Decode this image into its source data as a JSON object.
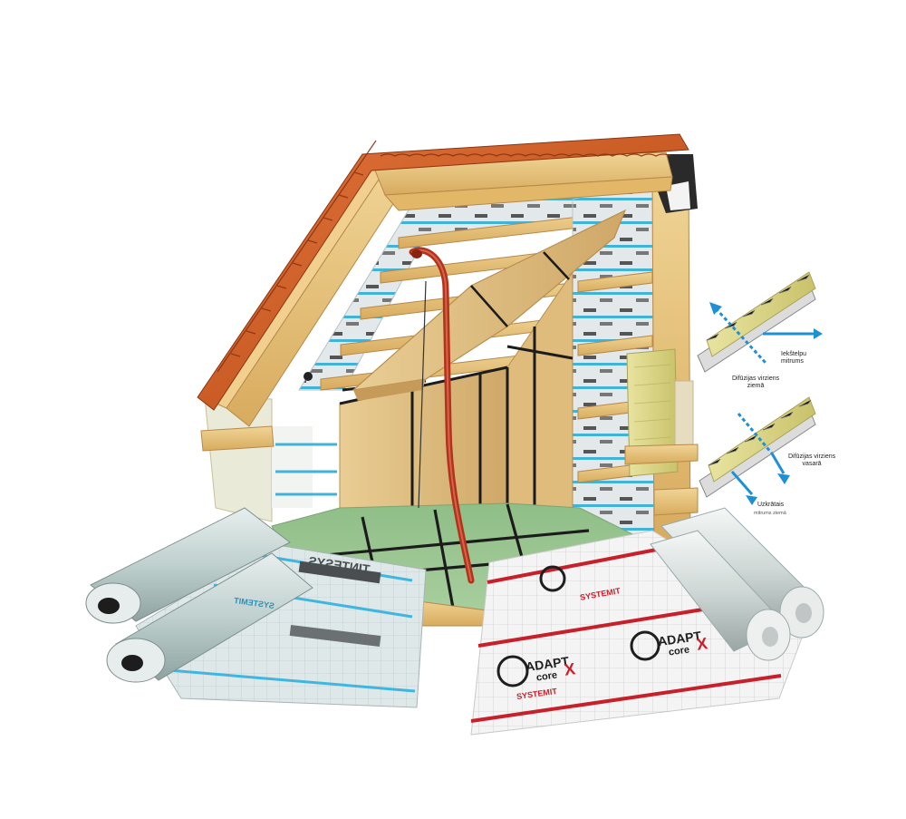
{
  "diagram_winter": {
    "label_moisture": "Iekštelpu\nmitrums",
    "label_direction": "Difūzijas virziens\nziemā"
  },
  "diagram_summer": {
    "label_direction": "Difūzijas virziens\nvasarā",
    "label_accumulator": "Uzkrātais",
    "label_accumulator_sub": "mitrums ziemā"
  },
  "membrane_left": {
    "brand": "SYSTEMIT",
    "product": "TINTESYS"
  },
  "membrane_right": {
    "brand": "SYSTEMIT",
    "product": "ADAPT",
    "product_sub": "core",
    "mark": "X"
  },
  "colors": {
    "tile": "#c8521c",
    "wood": "#e6c27a",
    "membrane_green": "#9fc69a",
    "membrane_right_red": "#c8202a",
    "arrow_blue": "#1e90d6",
    "insulation_yellow": "#d9d27a",
    "pipe": "#b2331c"
  }
}
